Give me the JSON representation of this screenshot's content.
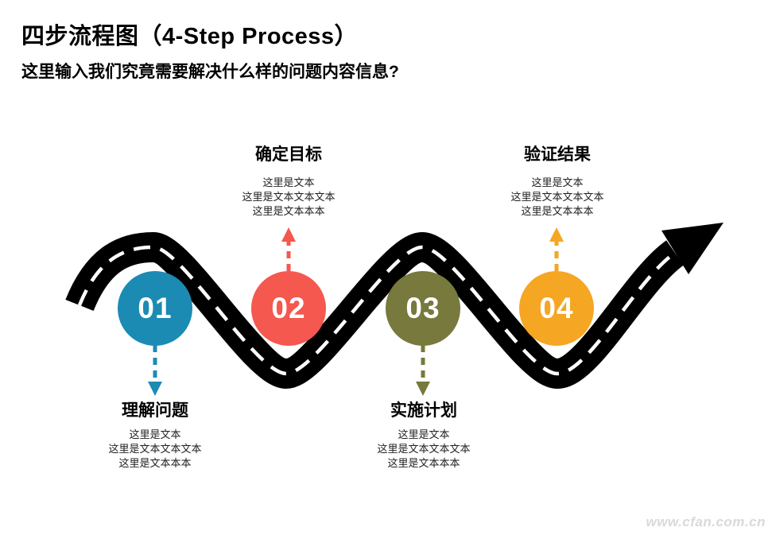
{
  "slide": {
    "title": "四步流程图（4-Step Process）",
    "subtitle": "这里输入我们究竟需要解决什么样的问题内容信息?",
    "watermark": "www.cfan.com.cn",
    "background_color": "#ffffff"
  },
  "road": {
    "asphalt_color": "#000000",
    "lane_marking_color": "#ffffff"
  },
  "steps": [
    {
      "number": "01",
      "title": "理解问题",
      "color": "#1b8bb4",
      "label_position": "below",
      "lines": [
        "这里是文本",
        "这里是文本文本文本",
        "这里是文本本本"
      ]
    },
    {
      "number": "02",
      "title": "确定目标",
      "color": "#f4584e",
      "label_position": "above",
      "lines": [
        "这里是文本",
        "这里是文本文本文本",
        "这里是文本本本"
      ]
    },
    {
      "number": "03",
      "title": "实施计划",
      "color": "#77793d",
      "label_position": "below",
      "lines": [
        "这里是文本",
        "这里是文本文本文本",
        "这里是文本本本"
      ]
    },
    {
      "number": "04",
      "title": "验证结果",
      "color": "#f5a623",
      "label_position": "above",
      "lines": [
        "这里是文本",
        "这里是文本文本文本",
        "这里是文本本本"
      ]
    }
  ]
}
